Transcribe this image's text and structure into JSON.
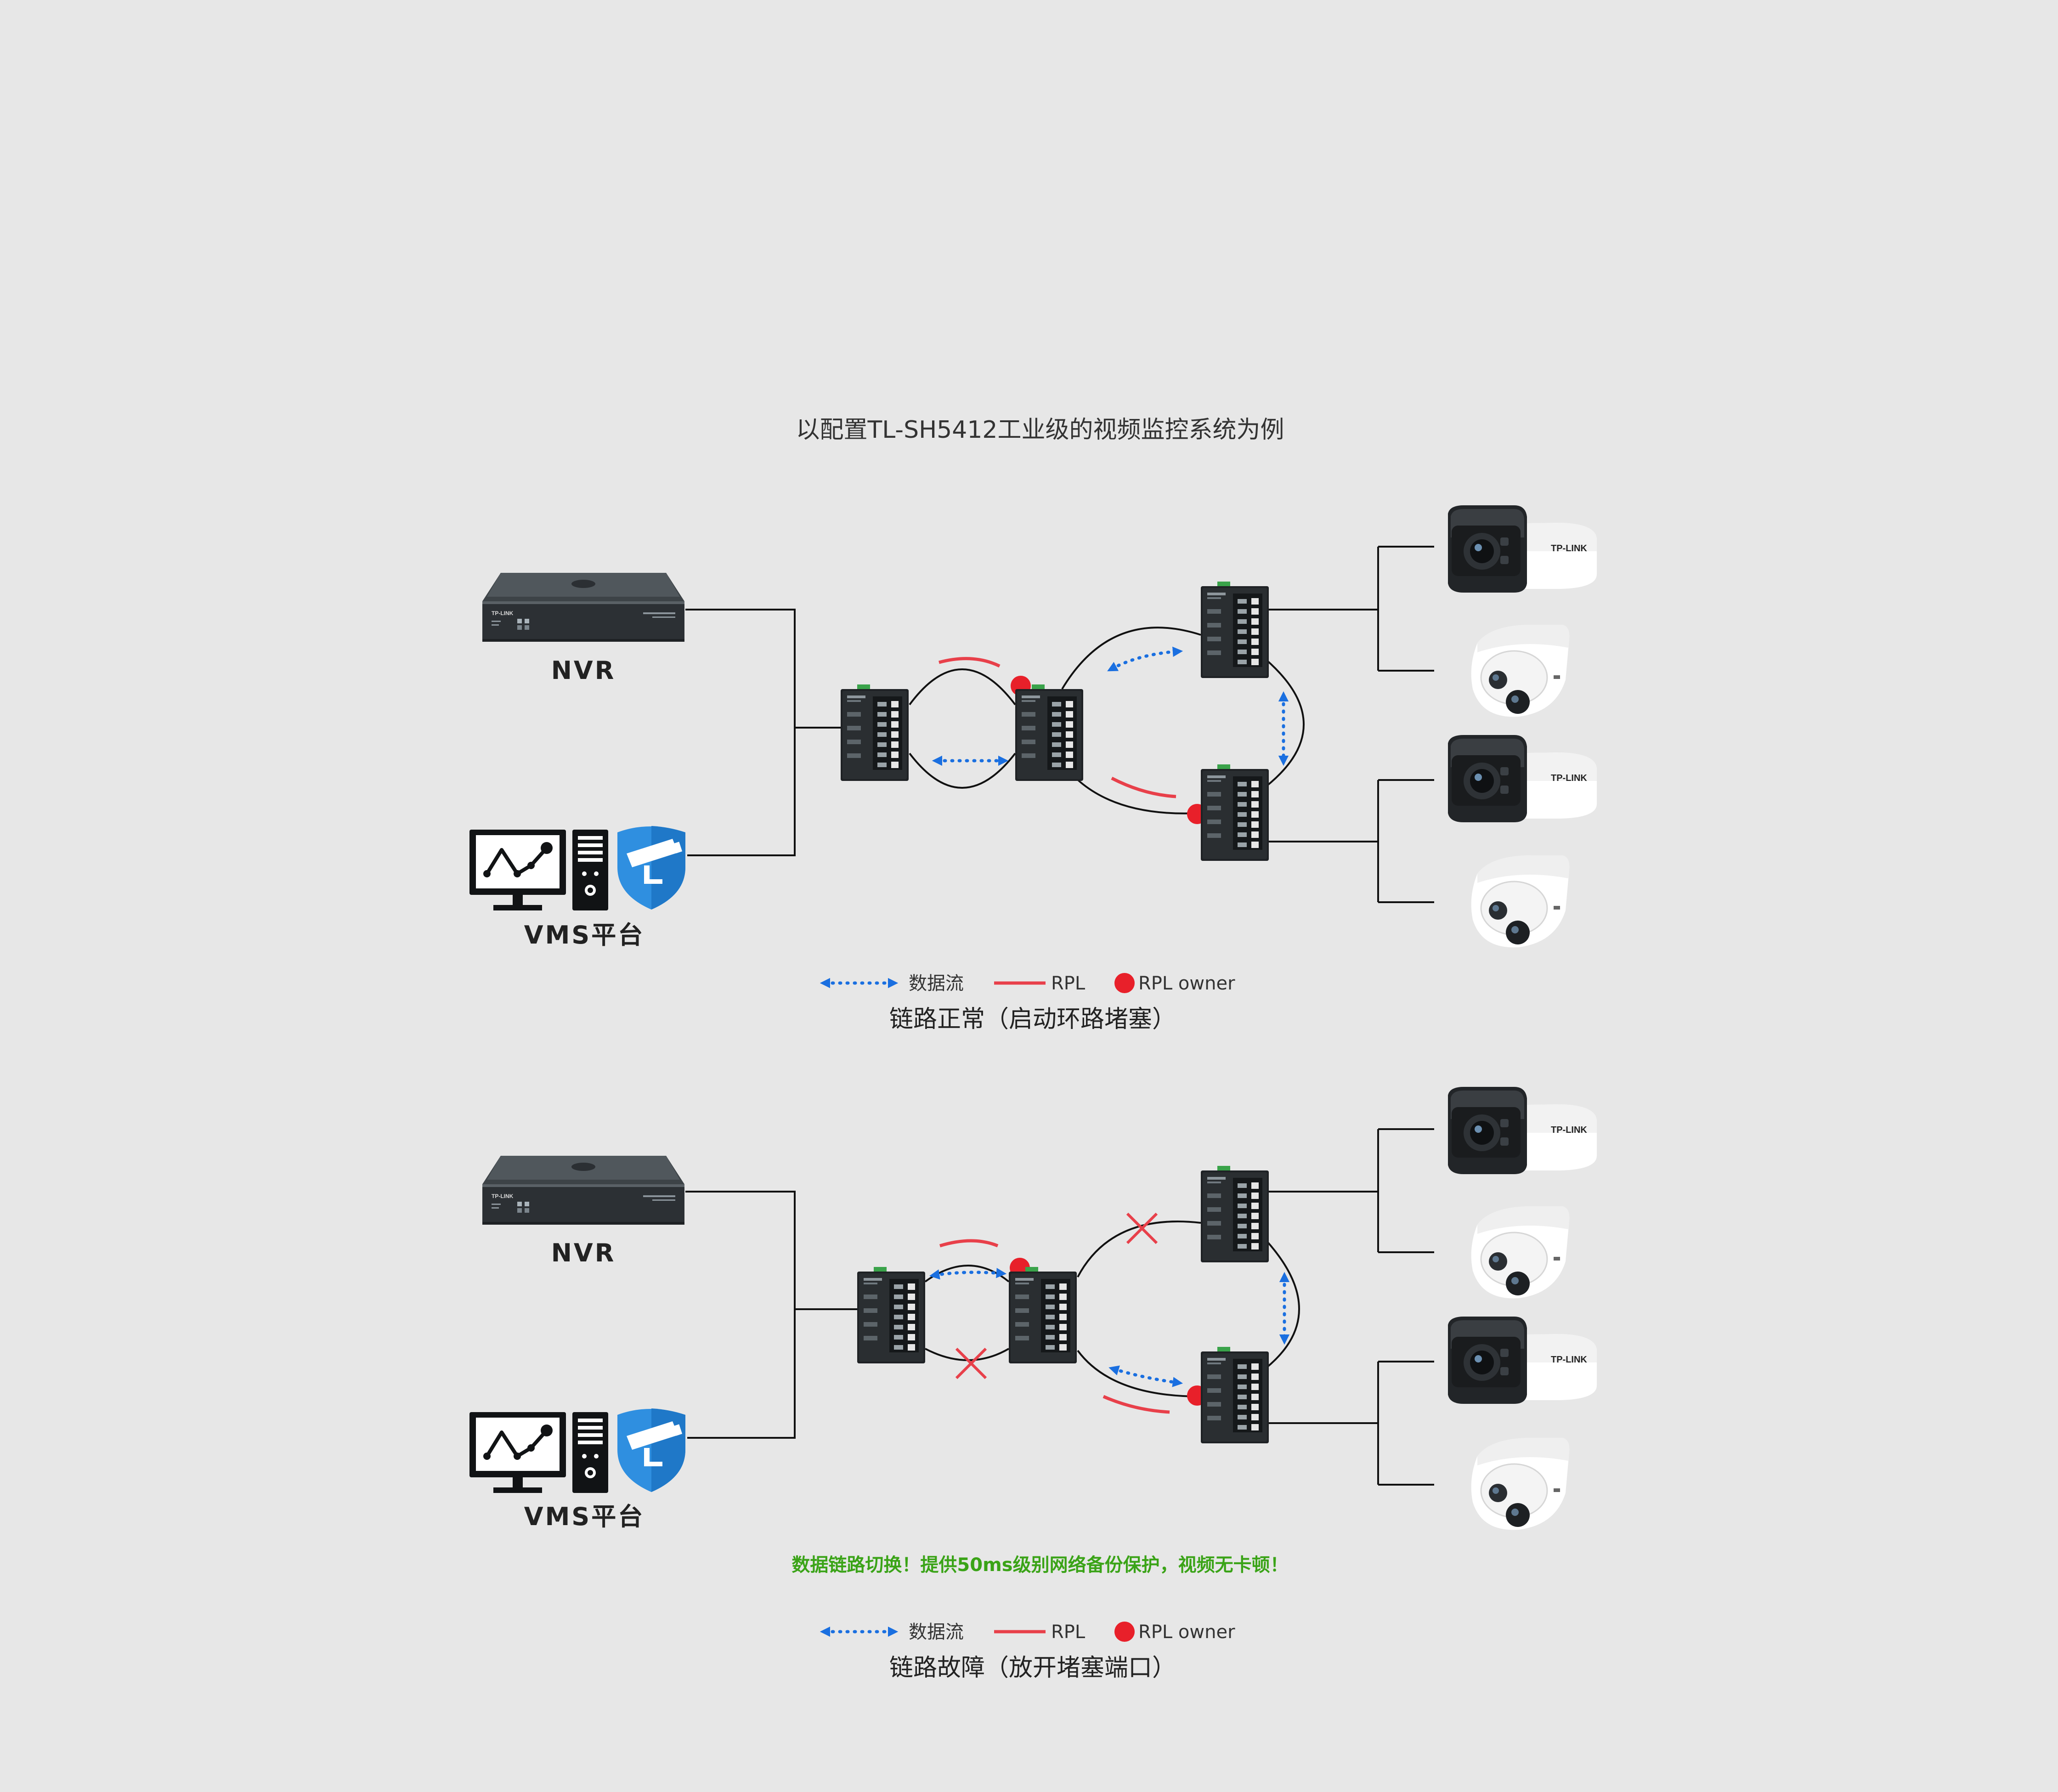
{
  "title": "以配置TL-SH5412工业级的视频监控系统为例",
  "colors": {
    "background": "#e7e7e7",
    "data_flow": "#1a6fe0",
    "rpl": "#e8404a",
    "rpl_owner": "#e8202a",
    "note": "#3aa317",
    "shield": "#2f8fe0"
  },
  "legend": {
    "data_flow": "数据流",
    "rpl": "RPL",
    "rpl_owner": "RPL owner"
  },
  "devices": {
    "nvr": "NVR",
    "vms": "VMS平台",
    "camera_brand": "TP-LINK"
  },
  "panels": {
    "normal": {
      "caption": "链路正常（启动环路堵塞）"
    },
    "fault": {
      "caption": "链路故障（放开堵塞端口）",
      "note": "数据链路切换！提供50ms级别网络备份保护，视频无卡顿！"
    }
  },
  "icons": [
    "nvr-icon",
    "monitor-icon",
    "pc-tower-icon",
    "shield-camera-icon",
    "switch-icon",
    "bullet-camera-icon",
    "dome-camera-icon",
    "fault-cross-icon"
  ]
}
